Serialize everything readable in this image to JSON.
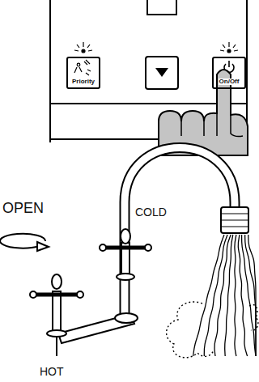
{
  "diagram": {
    "nodes": [
      {
        "text": [
          "Priority"
        ]
      },
      {
        "text": [
          "On/Off"
        ]
      }
    ],
    "labels": [
      "OPEN",
      "COLD",
      "HOT"
    ]
  }
}
